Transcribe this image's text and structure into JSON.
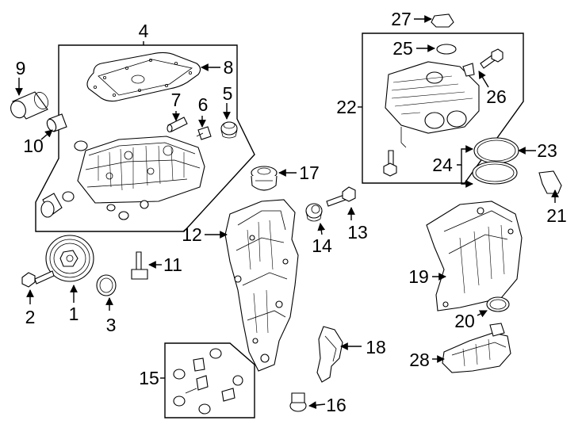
{
  "diagram": {
    "labels": {
      "c1": "1",
      "c2": "2",
      "c3": "3",
      "c4": "4",
      "c5": "5",
      "c6": "6",
      "c7": "7",
      "c8": "8",
      "c9": "9",
      "c10": "10",
      "c11": "11",
      "c12": "12",
      "c13": "13",
      "c14": "14",
      "c15": "15",
      "c16": "16",
      "c17": "17",
      "c18": "18",
      "c19": "19",
      "c20": "20",
      "c21": "21",
      "c22": "22",
      "c23": "23",
      "c24": "24",
      "c25": "25",
      "c26": "26",
      "c27": "27",
      "c28": "28"
    }
  }
}
